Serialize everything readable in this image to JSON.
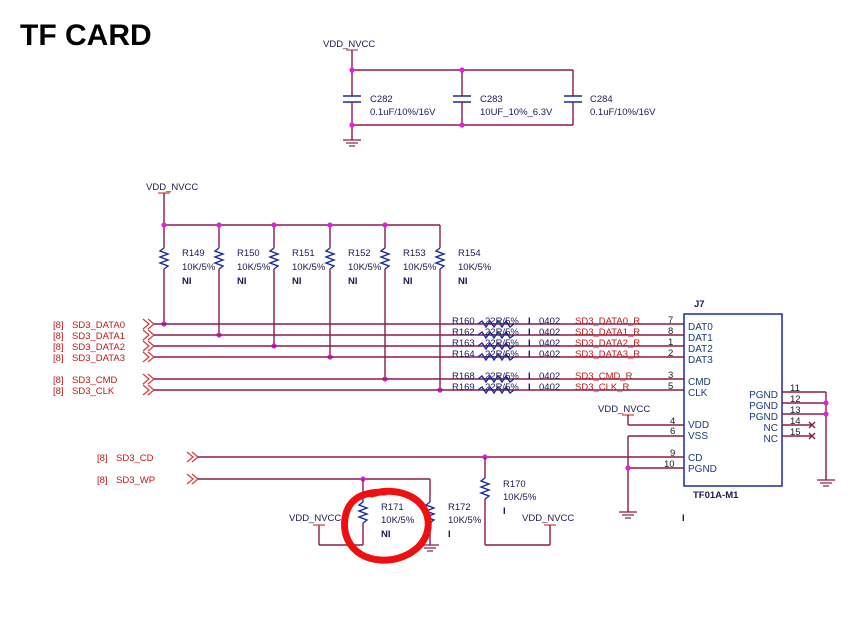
{
  "title": "TF CARD",
  "power_net": "VDD_NVCC",
  "decoupling": [
    {
      "ref": "C282",
      "value": "0.1uF/10%/16V"
    },
    {
      "ref": "C283",
      "value": "10UF_10%_6.3V"
    },
    {
      "ref": "C284",
      "value": "0.1uF/10%/16V"
    }
  ],
  "pullups": [
    {
      "ref": "R149",
      "value": "10K/5%",
      "fit": "NI"
    },
    {
      "ref": "R150",
      "value": "10K/5%",
      "fit": "NI"
    },
    {
      "ref": "R151",
      "value": "10K/5%",
      "fit": "NI"
    },
    {
      "ref": "R152",
      "value": "10K/5%",
      "fit": "NI"
    },
    {
      "ref": "R153",
      "value": "10K/5%",
      "fit": "NI"
    },
    {
      "ref": "R154",
      "value": "10K/5%",
      "fit": "NI"
    }
  ],
  "signals": [
    {
      "sheet": "[8]",
      "net": "SD3_DATA0",
      "ref": "R160",
      "value": "22R/5%",
      "fit": "I",
      "pkg": "0402",
      "out_net": "SD3_DATA0_R",
      "pin": "7",
      "pin_name": "DAT0"
    },
    {
      "sheet": "[8]",
      "net": "SD3_DATA1",
      "ref": "R162",
      "value": "22R/5%",
      "fit": "I",
      "pkg": "0402",
      "out_net": "SD3_DATA1_R",
      "pin": "8",
      "pin_name": "DAT1"
    },
    {
      "sheet": "[8]",
      "net": "SD3_DATA2",
      "ref": "R163",
      "value": "22R/5%",
      "fit": "I",
      "pkg": "0402",
      "out_net": "SD3_DATA2_R",
      "pin": "1",
      "pin_name": "DAT2"
    },
    {
      "sheet": "[8]",
      "net": "SD3_DATA3",
      "ref": "R164",
      "value": "22R/5%",
      "fit": "I",
      "pkg": "0402",
      "out_net": "SD3_DATA3_R",
      "pin": "2",
      "pin_name": "DAT3"
    },
    {
      "sheet": "[8]",
      "net": "SD3_CMD",
      "ref": "R168",
      "value": "22R/5%",
      "fit": "I",
      "pkg": "0402",
      "out_net": "SD3_CMD_R",
      "pin": "3",
      "pin_name": "CMD"
    },
    {
      "sheet": "[8]",
      "net": "SD3_CLK",
      "ref": "R169",
      "value": "22R/5%",
      "fit": "I",
      "pkg": "0402",
      "out_net": "SD3_CLK_R",
      "pin": "5",
      "pin_name": "CLK"
    }
  ],
  "cd_wp": [
    {
      "sheet": "[8]",
      "net": "SD3_CD"
    },
    {
      "sheet": "[8]",
      "net": "SD3_WP"
    }
  ],
  "bottom_resistors": [
    {
      "ref": "R170",
      "value": "10K/5%",
      "fit": "I"
    },
    {
      "ref": "R171",
      "value": "10K/5%",
      "fit": "NI"
    },
    {
      "ref": "R172",
      "value": "10K/5%",
      "fit": "I"
    }
  ],
  "connector": {
    "ref": "J7",
    "part": "TF01A-M1",
    "fit": "I",
    "left_pins": [
      {
        "num": "4",
        "name": "VDD"
      },
      {
        "num": "6",
        "name": "VSS"
      },
      {
        "num": "9",
        "name": "CD"
      },
      {
        "num": "10",
        "name": "PGND"
      }
    ],
    "right_pins": [
      {
        "num": "11",
        "name": "PGND"
      },
      {
        "num": "12",
        "name": "PGND"
      },
      {
        "num": "13",
        "name": "PGND"
      },
      {
        "num": "14",
        "name": "NC"
      },
      {
        "num": "15",
        "name": "NC"
      }
    ]
  },
  "annotation": {
    "color": "#ee1010",
    "highlighted_ref": "R171"
  }
}
